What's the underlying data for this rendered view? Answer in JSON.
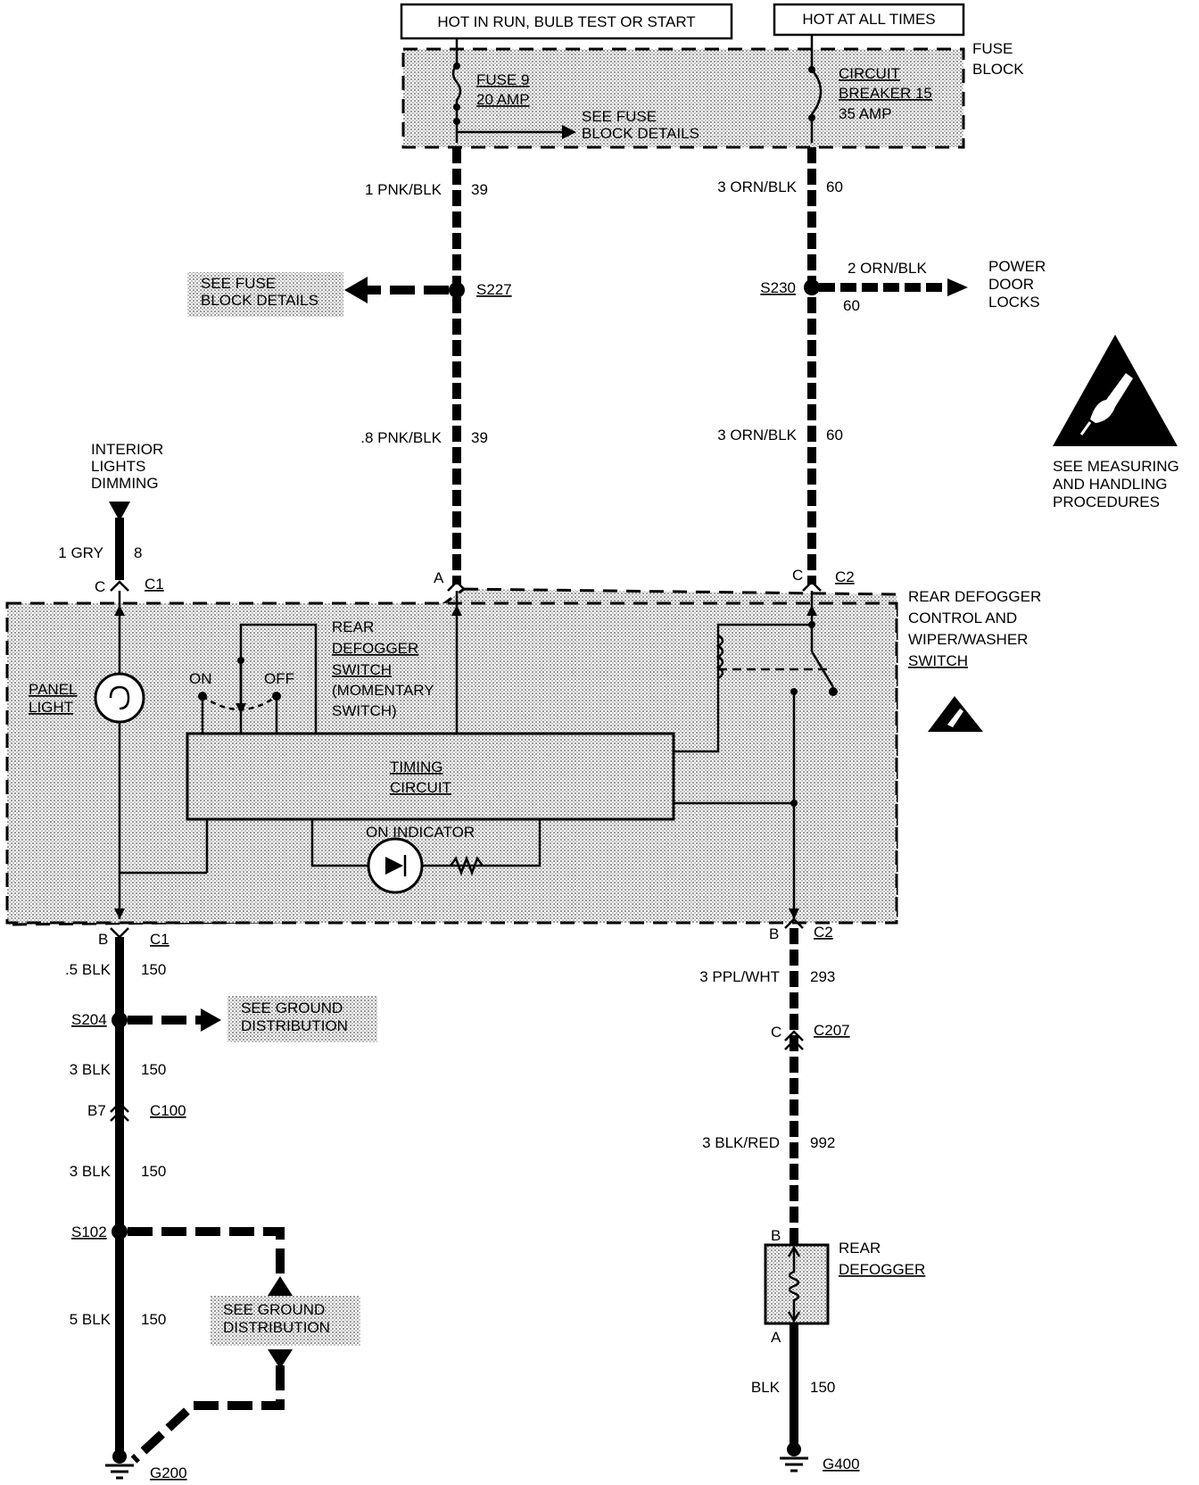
{
  "power": {
    "hot_run": "HOT IN RUN, BULB TEST OR START",
    "hot_all": "HOT AT ALL TIMES"
  },
  "fuse_block": {
    "label_1": "FUSE",
    "label_2": "BLOCK",
    "fuse_1": "FUSE 9",
    "fuse_2": "20 AMP",
    "see_1": "SEE FUSE",
    "see_2": "BLOCK DETAILS",
    "cb_1": "CIRCUIT",
    "cb_2": "BREAKER 15",
    "cb_3": "35 AMP"
  },
  "wires": {
    "w1_color": "1 PNK/BLK",
    "w1_ckt": "39",
    "w2_color": "3 ORN/BLK",
    "w2_ckt": "60",
    "w3_color": ".8 PNK/BLK",
    "w3_ckt": "39",
    "w4_color": "3 ORN/BLK",
    "w4_ckt": "60",
    "w5_color": "2 ORN/BLK",
    "w5_ckt": "60",
    "gry_color": "1 GRY",
    "gry_ckt": "8",
    "blk1_color": ".5 BLK",
    "blk1_ckt": "150",
    "blk2_color": "3 BLK",
    "blk2_ckt": "150",
    "blk3_color": "3 BLK",
    "blk3_ckt": "150",
    "blk4_color": "5 BLK",
    "blk4_ckt": "150",
    "ppl_color": "3 PPL/WHT",
    "ppl_ckt": "293",
    "blkred_color": "3 BLK/RED",
    "blkred_ckt": "992",
    "blk5_color": "BLK",
    "blk5_ckt": "150"
  },
  "splices": {
    "s227": "S227",
    "s230": "S230",
    "s204": "S204",
    "s102": "S102"
  },
  "grounds": {
    "g200": "G200",
    "g400": "G400"
  },
  "refs": {
    "fuse_details_1": "SEE FUSE",
    "fuse_details_2": "BLOCK DETAILS",
    "power_locks_1": "POWER",
    "power_locks_2": "DOOR",
    "power_locks_3": "LOCKS",
    "interior_1": "INTERIOR",
    "interior_2": "LIGHTS",
    "interior_3": "DIMMING",
    "ground_dist_1": "SEE GROUND",
    "ground_dist_2": "DISTRIBUTION",
    "ground_dist_3": "SEE GROUND",
    "ground_dist_4": "DISTRIBUTION"
  },
  "esd": {
    "label_1": "SEE MEASURING",
    "label_2": "AND HANDLING",
    "label_3": "PROCEDURES"
  },
  "connectors": {
    "c1": "C1",
    "c2": "C2",
    "c207": "C207",
    "c100": "C100",
    "c1_pin_c": "C",
    "c1_pin_b": "B",
    "c2_pin_a": "A",
    "c2_pin_c": "C",
    "c2_pin_b": "B",
    "c207_pin": "C",
    "c100_pin": "B7",
    "def_pin_b": "B",
    "def_pin_a": "A"
  },
  "control": {
    "name_1": "REAR DEFOGGER",
    "name_2": "CONTROL AND",
    "name_3": "WIPER/WASHER",
    "name_4": "SWITCH",
    "panel_1": "PANEL",
    "panel_2": "LIGHT",
    "sw_on": "ON",
    "sw_off": "OFF",
    "sw_1": "REAR",
    "sw_2": "DEFOGGER",
    "sw_3": "SWITCH",
    "sw_4": "(MOMENTARY",
    "sw_5": "SWITCH)",
    "timing_1": "TIMING",
    "timing_2": "CIRCUIT",
    "indicator": "ON  INDICATOR"
  },
  "defogger": {
    "label_1": "REAR",
    "label_2": "DEFOGGER"
  }
}
